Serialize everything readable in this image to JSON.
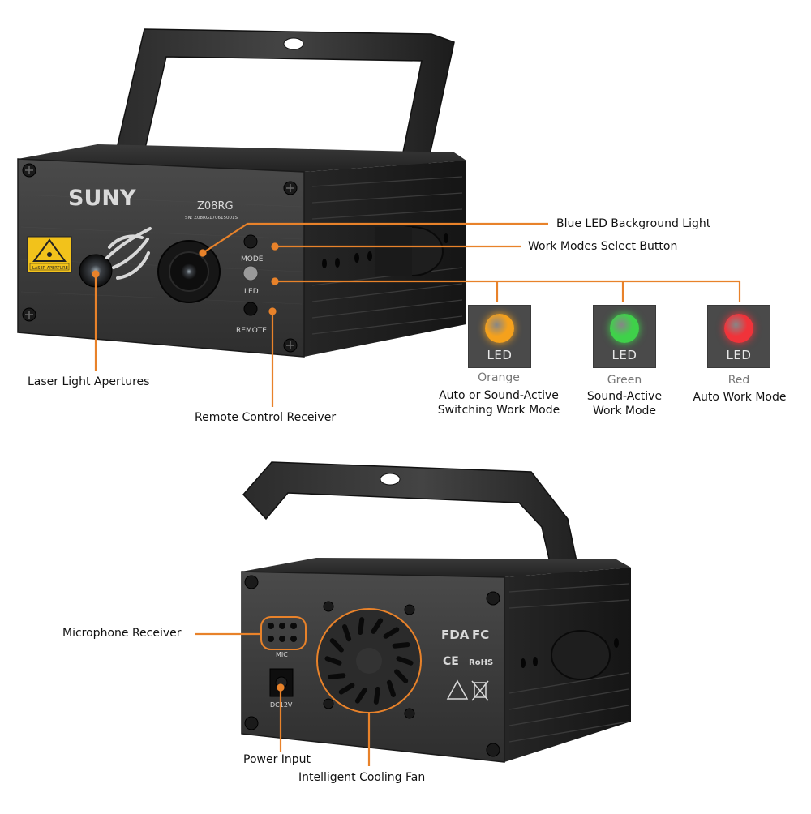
{
  "brand": {
    "logo_text": "SUNY",
    "model": "Z08RG",
    "serial": "SN: Z08RG170615001S"
  },
  "warning_label": "LASER APERTURE",
  "front_panel_labels": {
    "mode": "MODE",
    "led": "LED",
    "remote": "REMOTE"
  },
  "rear_panel_labels": {
    "mic": "MIC",
    "dc": "DC12V"
  },
  "certifications": [
    "FDA",
    "FC",
    "CE",
    "RoHS"
  ],
  "callouts": {
    "blue_led": "Blue LED Background Light",
    "work_modes": "Work Modes Select Button",
    "laser_apertures": "Laser Light Apertures",
    "remote_receiver": "Remote Control Receiver",
    "microphone": "Microphone Receiver",
    "power_input": "Power Input",
    "cooling_fan": "Intelligent Cooling Fan"
  },
  "led_modes": [
    {
      "label": "LED",
      "color_name": "Orange",
      "description_line1": "Auto or Sound-Active",
      "description_line2": "Switching Work Mode",
      "color": "#f5a11c"
    },
    {
      "label": "LED",
      "color_name": "Green",
      "description_line1": "Sound-Active",
      "description_line2": "Work Mode",
      "color": "#3fd14a"
    },
    {
      "label": "LED",
      "color_name": "Red",
      "description_line1": "Auto Work Mode",
      "description_line2": "",
      "color": "#f0333a"
    }
  ],
  "accent_color": "#e8822a"
}
